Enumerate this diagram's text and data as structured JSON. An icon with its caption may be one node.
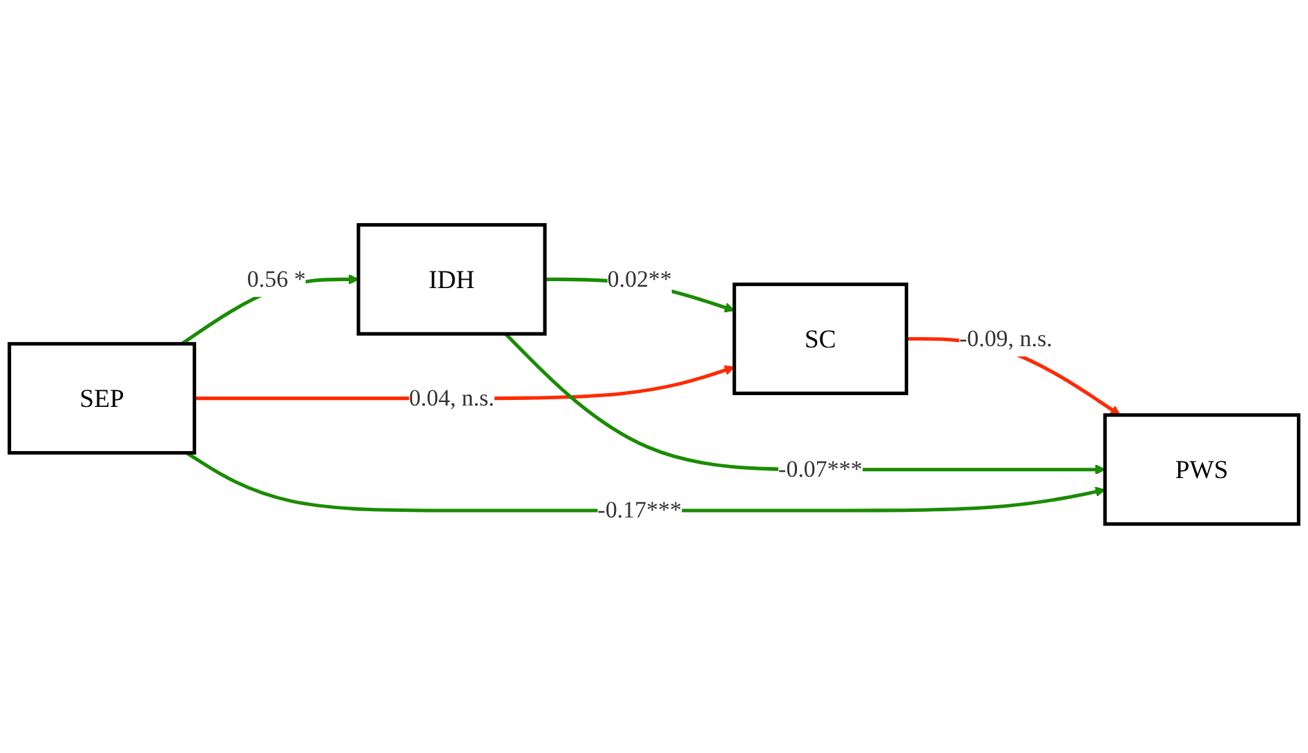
{
  "diagram": {
    "nodes": [
      {
        "text": [
          "SEP"
        ]
      },
      {
        "text": [
          "IDH"
        ]
      },
      {
        "text": [
          "SC"
        ]
      },
      {
        "text": [
          "PWS"
        ]
      }
    ],
    "edges": [
      {
        "from": 0,
        "to": 1,
        "arrow": "to",
        "label": "0.56 *"
      },
      {
        "from": 1,
        "to": 2,
        "arrow": "to",
        "label": "0.02**"
      },
      {
        "from": 2,
        "to": 3,
        "arrow": "to",
        "label": "-0.09, n.s.",
        "color": "#ff2a00"
      },
      {
        "from": 0,
        "to": 2,
        "arrow": "to",
        "label": "0.04, n.s.",
        "color": "#ff2a00"
      },
      {
        "from": 1,
        "to": 3,
        "arrow": "to",
        "label": "-0.07***"
      },
      {
        "from": 0,
        "to": 3,
        "arrow": "to",
        "label": "-0.17***"
      }
    ]
  }
}
